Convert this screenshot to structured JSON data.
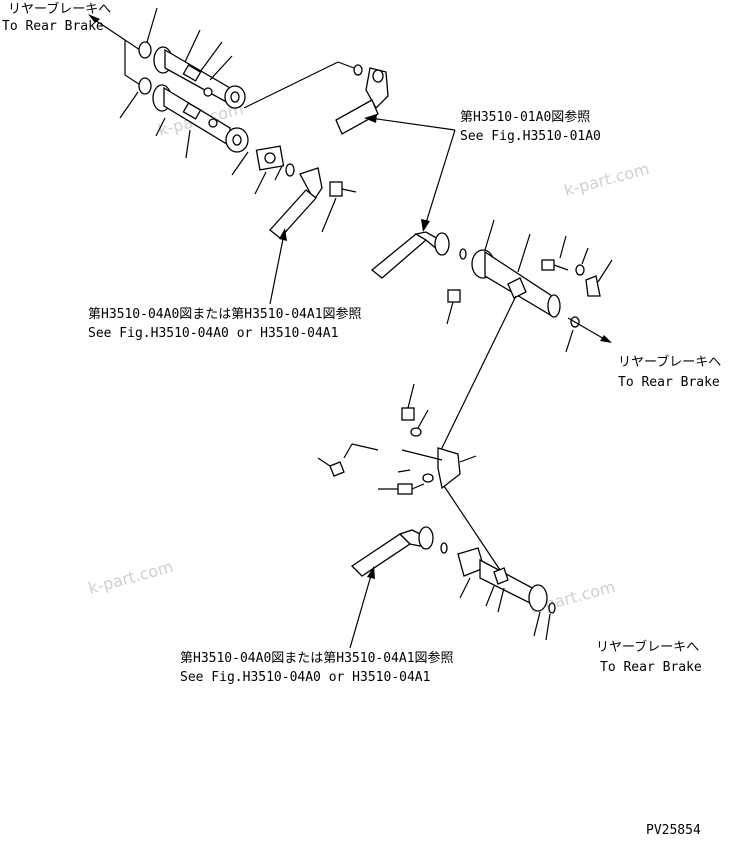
{
  "labels": {
    "top_left_jp": "リヤーブレーキへ",
    "top_left_en": "To Rear Brake",
    "ref_top_jp": "第H3510-01A0図参照",
    "ref_top_en": "See Fig.H3510-01A0",
    "ref_mid_jp": "第H3510-04A0図または第H3510-04A1図参照",
    "ref_mid_en": "See Fig.H3510-04A0 or H3510-04A1",
    "right_mid_jp": "リヤーブレーキへ",
    "right_mid_en": "To Rear Brake",
    "ref_bot_jp": "第H3510-04A0図または第H3510-04A1図参照",
    "ref_bot_en": "See Fig.H3510-04A0 or H3510-04A1",
    "right_bot_jp": "リヤーブレーキへ",
    "right_bot_en": "To Rear Brake",
    "figure_code": "PV25854"
  },
  "watermarks": [
    "k-part.com",
    "k-part.com",
    "k-part.com",
    "k-part.com"
  ]
}
